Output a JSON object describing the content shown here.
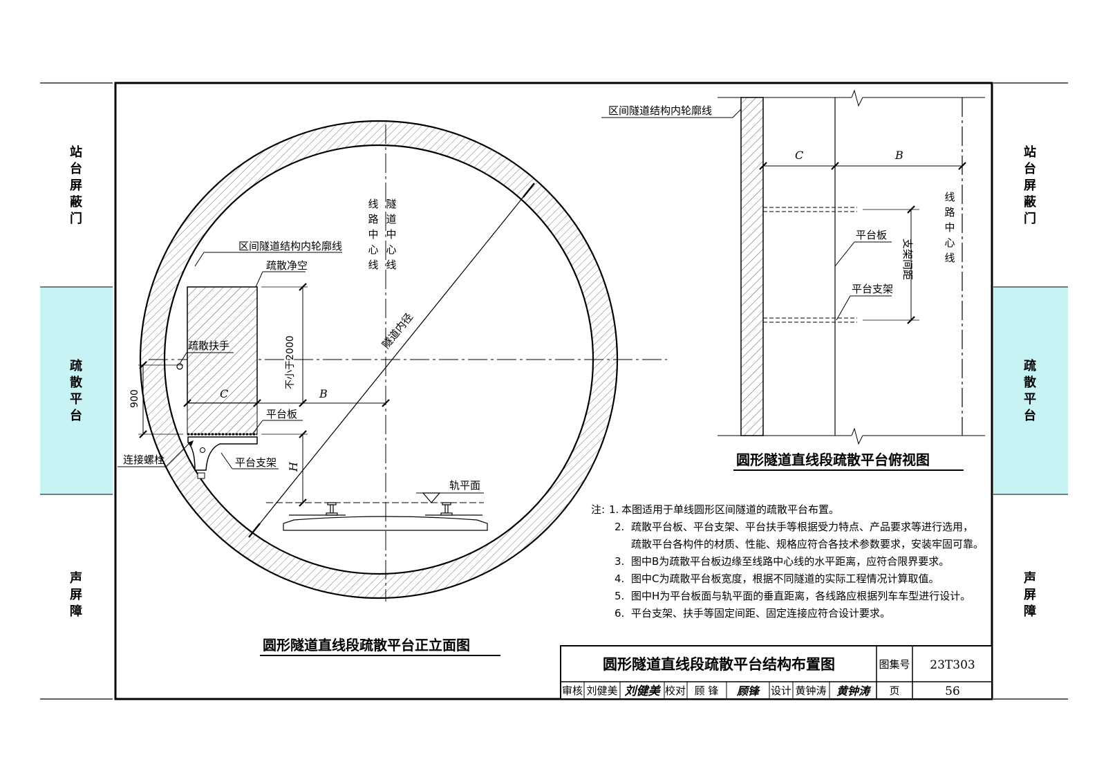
{
  "side_tabs": {
    "left": [
      {
        "text": "站台屏蔽门",
        "active": false
      },
      {
        "text": "疏散平台",
        "active": true
      },
      {
        "text": "声屏障",
        "active": false
      }
    ],
    "right": [
      {
        "text": "站台屏蔽门",
        "active": false
      },
      {
        "text": "疏散平台",
        "active": true
      },
      {
        "text": "声屏障",
        "active": false
      }
    ],
    "active_color": "#c8f3f5"
  },
  "elevation": {
    "title": "圆形隧道直线段疏散平台正立面图",
    "labels": {
      "tunnel_center": "隧道中心线",
      "line_center": "线路中心线",
      "inner_contour": "区间隧道结构内轮廓线",
      "clearance": "疏散净空",
      "handrail": "疏散扶手",
      "min_2000": "不小于2000",
      "tunnel_inner_dia": "隧道内径",
      "dim_900": "900",
      "dim_c": "C",
      "dim_b": "B",
      "dim_h": "H",
      "platform_board": "平台板",
      "bolt": "连接螺栓",
      "platform_support": "平台支架",
      "rail_level": "轨平面"
    }
  },
  "plan": {
    "title": "圆形隧道直线段疏散平台俯视图",
    "labels": {
      "inner_contour": "区间隧道结构内轮廓线",
      "dim_c": "C",
      "dim_b": "B",
      "line_center": "线路中心线",
      "platform_board": "平台板",
      "support_spacing": "支架间距",
      "platform_support": "平台支架"
    }
  },
  "notes": {
    "prefix": "注:",
    "items": [
      {
        "num": "1.",
        "lines": [
          "本图适用于单线圆形区间隧道的疏散平台布置。"
        ]
      },
      {
        "num": "2.",
        "lines": [
          "疏散平台板、平台支架、平台扶手等根据受力特点、产品要求等进行选用，",
          "疏散平台各构件的材质、性能、规格应符合各技术参数要求，安装牢固可靠。"
        ]
      },
      {
        "num": "3.",
        "lines": [
          "图中B为疏散平台板边缘至线路中心线的水平距离，应符合限界要求。"
        ]
      },
      {
        "num": "4.",
        "lines": [
          "图中C为疏散平台板宽度，根据不同隧道的实际工程情况计算取值。"
        ]
      },
      {
        "num": "5.",
        "lines": [
          "图中H为平台板面与轨平面的垂直距离，各线路应根据列车车型进行设计。"
        ]
      },
      {
        "num": "6.",
        "lines": [
          "平台支架、扶手等固定间距、固定连接应符合设计要求。"
        ]
      }
    ]
  },
  "title_block": {
    "drawing_title": "圆形隧道直线段疏散平台结构布置图",
    "atlas_label": "图集号",
    "atlas_no": "23T303",
    "review_label": "审核",
    "reviewer": "刘健美",
    "reviewer_sig": "刘健美",
    "check_label": "校对",
    "checker": "顾 锋",
    "checker_sig": "顾锋",
    "design_label": "设计",
    "designer": "黄钟涛",
    "designer_sig": "黄钟涛",
    "page_label": "页",
    "page_no": "56"
  }
}
